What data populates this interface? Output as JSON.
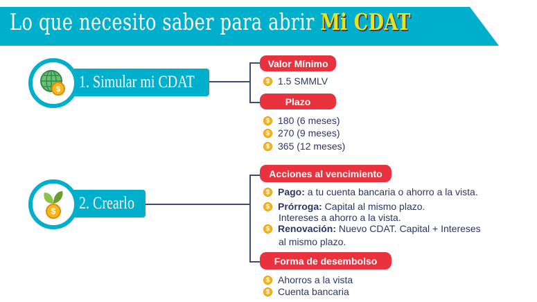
{
  "header": {
    "title": "Lo que necesito saber para abrir",
    "title_highlight": "Mi CDAT"
  },
  "step1": {
    "label": "1. Simular mi CDAT",
    "icon": "globe-coin-icon",
    "valor_minimo": {
      "title": "Valor Mínimo",
      "items": [
        "1.5 SMMLV"
      ]
    },
    "plazo": {
      "title": "Plazo",
      "items": [
        "180 (6 meses)",
        "270 (9 meses)",
        "365 (12 meses)"
      ]
    }
  },
  "step2": {
    "label": "2. Crearlo",
    "icon": "plant-coin-icon",
    "acciones": {
      "title": "Acciones al vencimiento",
      "items": [
        {
          "bold": "Pago:",
          "text": " a tu cuenta bancaria o ahorro a la vista."
        },
        {
          "bold": "Prórroga:",
          "text": " Capital al mismo plazo.",
          "cont": "Intereses a ahorro a la vista."
        },
        {
          "bold": "Renovación:",
          "text": " Nuevo CDAT. Capital + Intereses",
          "cont": "al mismo plazo."
        }
      ]
    },
    "desembolso": {
      "title": "Forma de desembolso",
      "items": [
        "Ahorros a la vista",
        "Cuenta bancaria"
      ]
    }
  },
  "colors": {
    "teal": "#00afcb",
    "red": "#e8323e",
    "yellow": "#e8e21f",
    "navy": "#2b3566",
    "coin": "#f7b718"
  }
}
